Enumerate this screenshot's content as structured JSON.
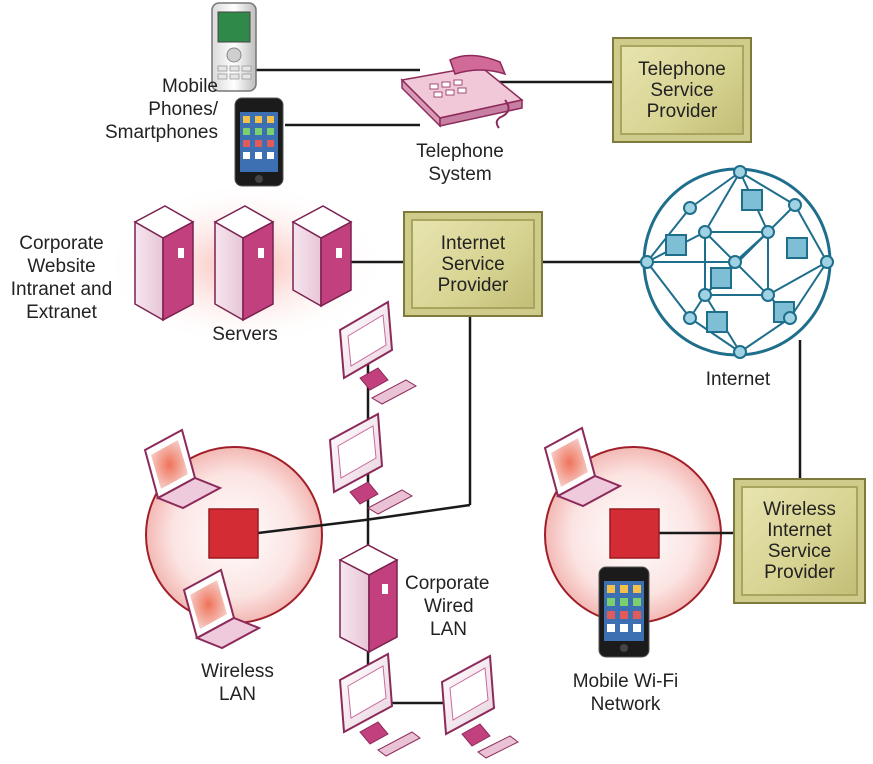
{
  "labels": {
    "mobile_phones": [
      "Mobile",
      "Phones/",
      "Smartphones"
    ],
    "telephone_system": [
      "Telephone",
      "System"
    ],
    "telephone_provider": [
      "Telephone",
      "Service",
      "Provider"
    ],
    "corporate_website": [
      "Corporate",
      "Website",
      "Intranet and",
      "Extranet"
    ],
    "servers": "Servers",
    "isp": [
      "Internet",
      "Service",
      "Provider"
    ],
    "internet": "Internet",
    "corporate_wired_lan": [
      "Corporate",
      "Wired",
      "LAN"
    ],
    "wireless_lan": [
      "Wireless",
      "LAN"
    ],
    "wireless_isp": [
      "Wireless",
      "Internet",
      "Service",
      "Provider"
    ],
    "mobile_wifi": [
      "Mobile Wi-Fi",
      "Network"
    ]
  },
  "colors": {
    "line": "#1a1a1a",
    "internet_blue": "#1e6e8c",
    "device_magenta": "#b5297a",
    "access_point_red": "#d42c35",
    "box_olive": "#d8d493"
  }
}
